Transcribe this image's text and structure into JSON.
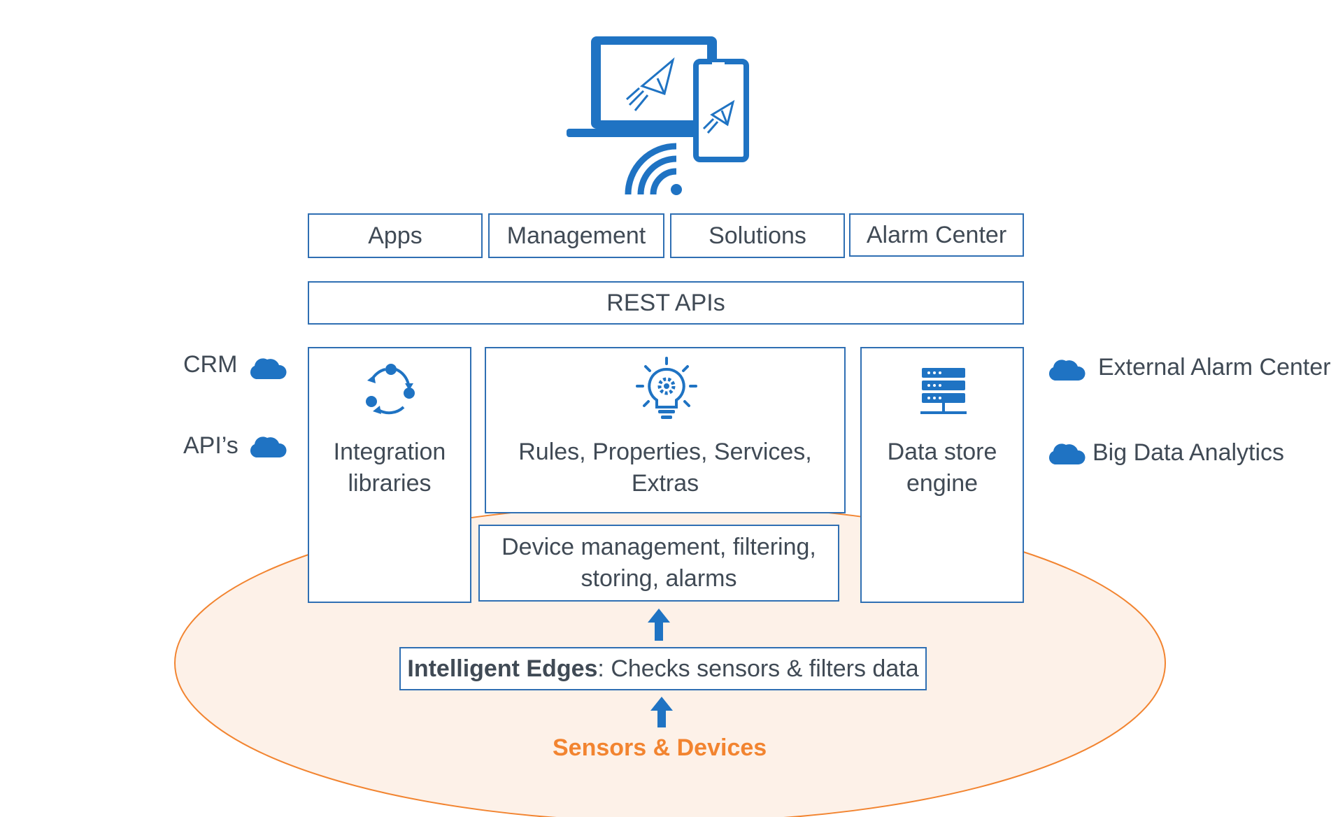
{
  "top_bar": {
    "apps": "Apps",
    "management": "Management",
    "solutions": "Solutions",
    "alarm_center": "Alarm Center"
  },
  "rest": {
    "label": "REST APIs"
  },
  "columns": {
    "integration": {
      "line1": "Integration",
      "line2": "libraries"
    },
    "rules": {
      "line1": "Rules, Properties, Services,",
      "line2": "Extras"
    },
    "datastore": {
      "line1": "Data store",
      "line2": "engine"
    }
  },
  "device_mgmt": {
    "line1": "Device management, filtering,",
    "line2": "storing, alarms"
  },
  "edges": {
    "bold": "Intelligent Edges",
    "rest": ": Checks sensors & filters data"
  },
  "sensors": {
    "label": "Sensors  & Devices"
  },
  "left_clouds": {
    "crm": "CRM",
    "apis": "API’s"
  },
  "right_clouds": {
    "external_alarm": "External Alarm Center",
    "big_data": "Big Data Analytics"
  },
  "colors": {
    "accent": "#1f73c3",
    "border": "#2f6fb3",
    "ellipse_fill": "#fdf1e8",
    "ellipse_stroke": "#f28430",
    "sensor_text": "#f28430"
  }
}
